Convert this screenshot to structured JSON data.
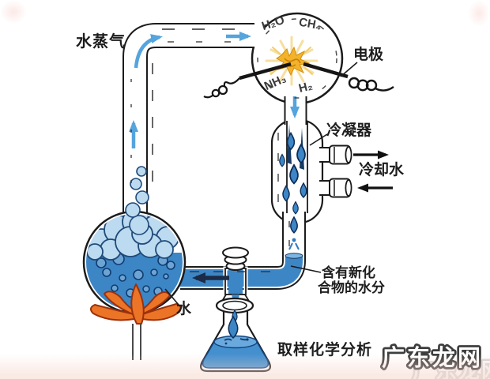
{
  "labels": {
    "water_vapor": "水蒸气",
    "electrode": "电极",
    "condenser": "冷凝器",
    "cooling_water": "冷却水",
    "new_compound_line1": "含有新化",
    "new_compound_line2": "合物的水分",
    "water": "水",
    "sampling": "取样化学分析"
  },
  "gases": {
    "h2o": "H₂O",
    "ch4": "CH₄",
    "nh3": "NH₃",
    "h2": "H₂"
  },
  "watermark": {
    "text": "广东龙网"
  },
  "colors": {
    "water_blue": "#3d86c6",
    "steam_blue": "#bcdaf0",
    "flow_arrow_blue": "#55a4dd",
    "dark_flow_arrow": "#1c2b47",
    "spark_gold": "#f2b32a",
    "flame_orange": "#ec7427",
    "outline": "#1b1b1b"
  }
}
